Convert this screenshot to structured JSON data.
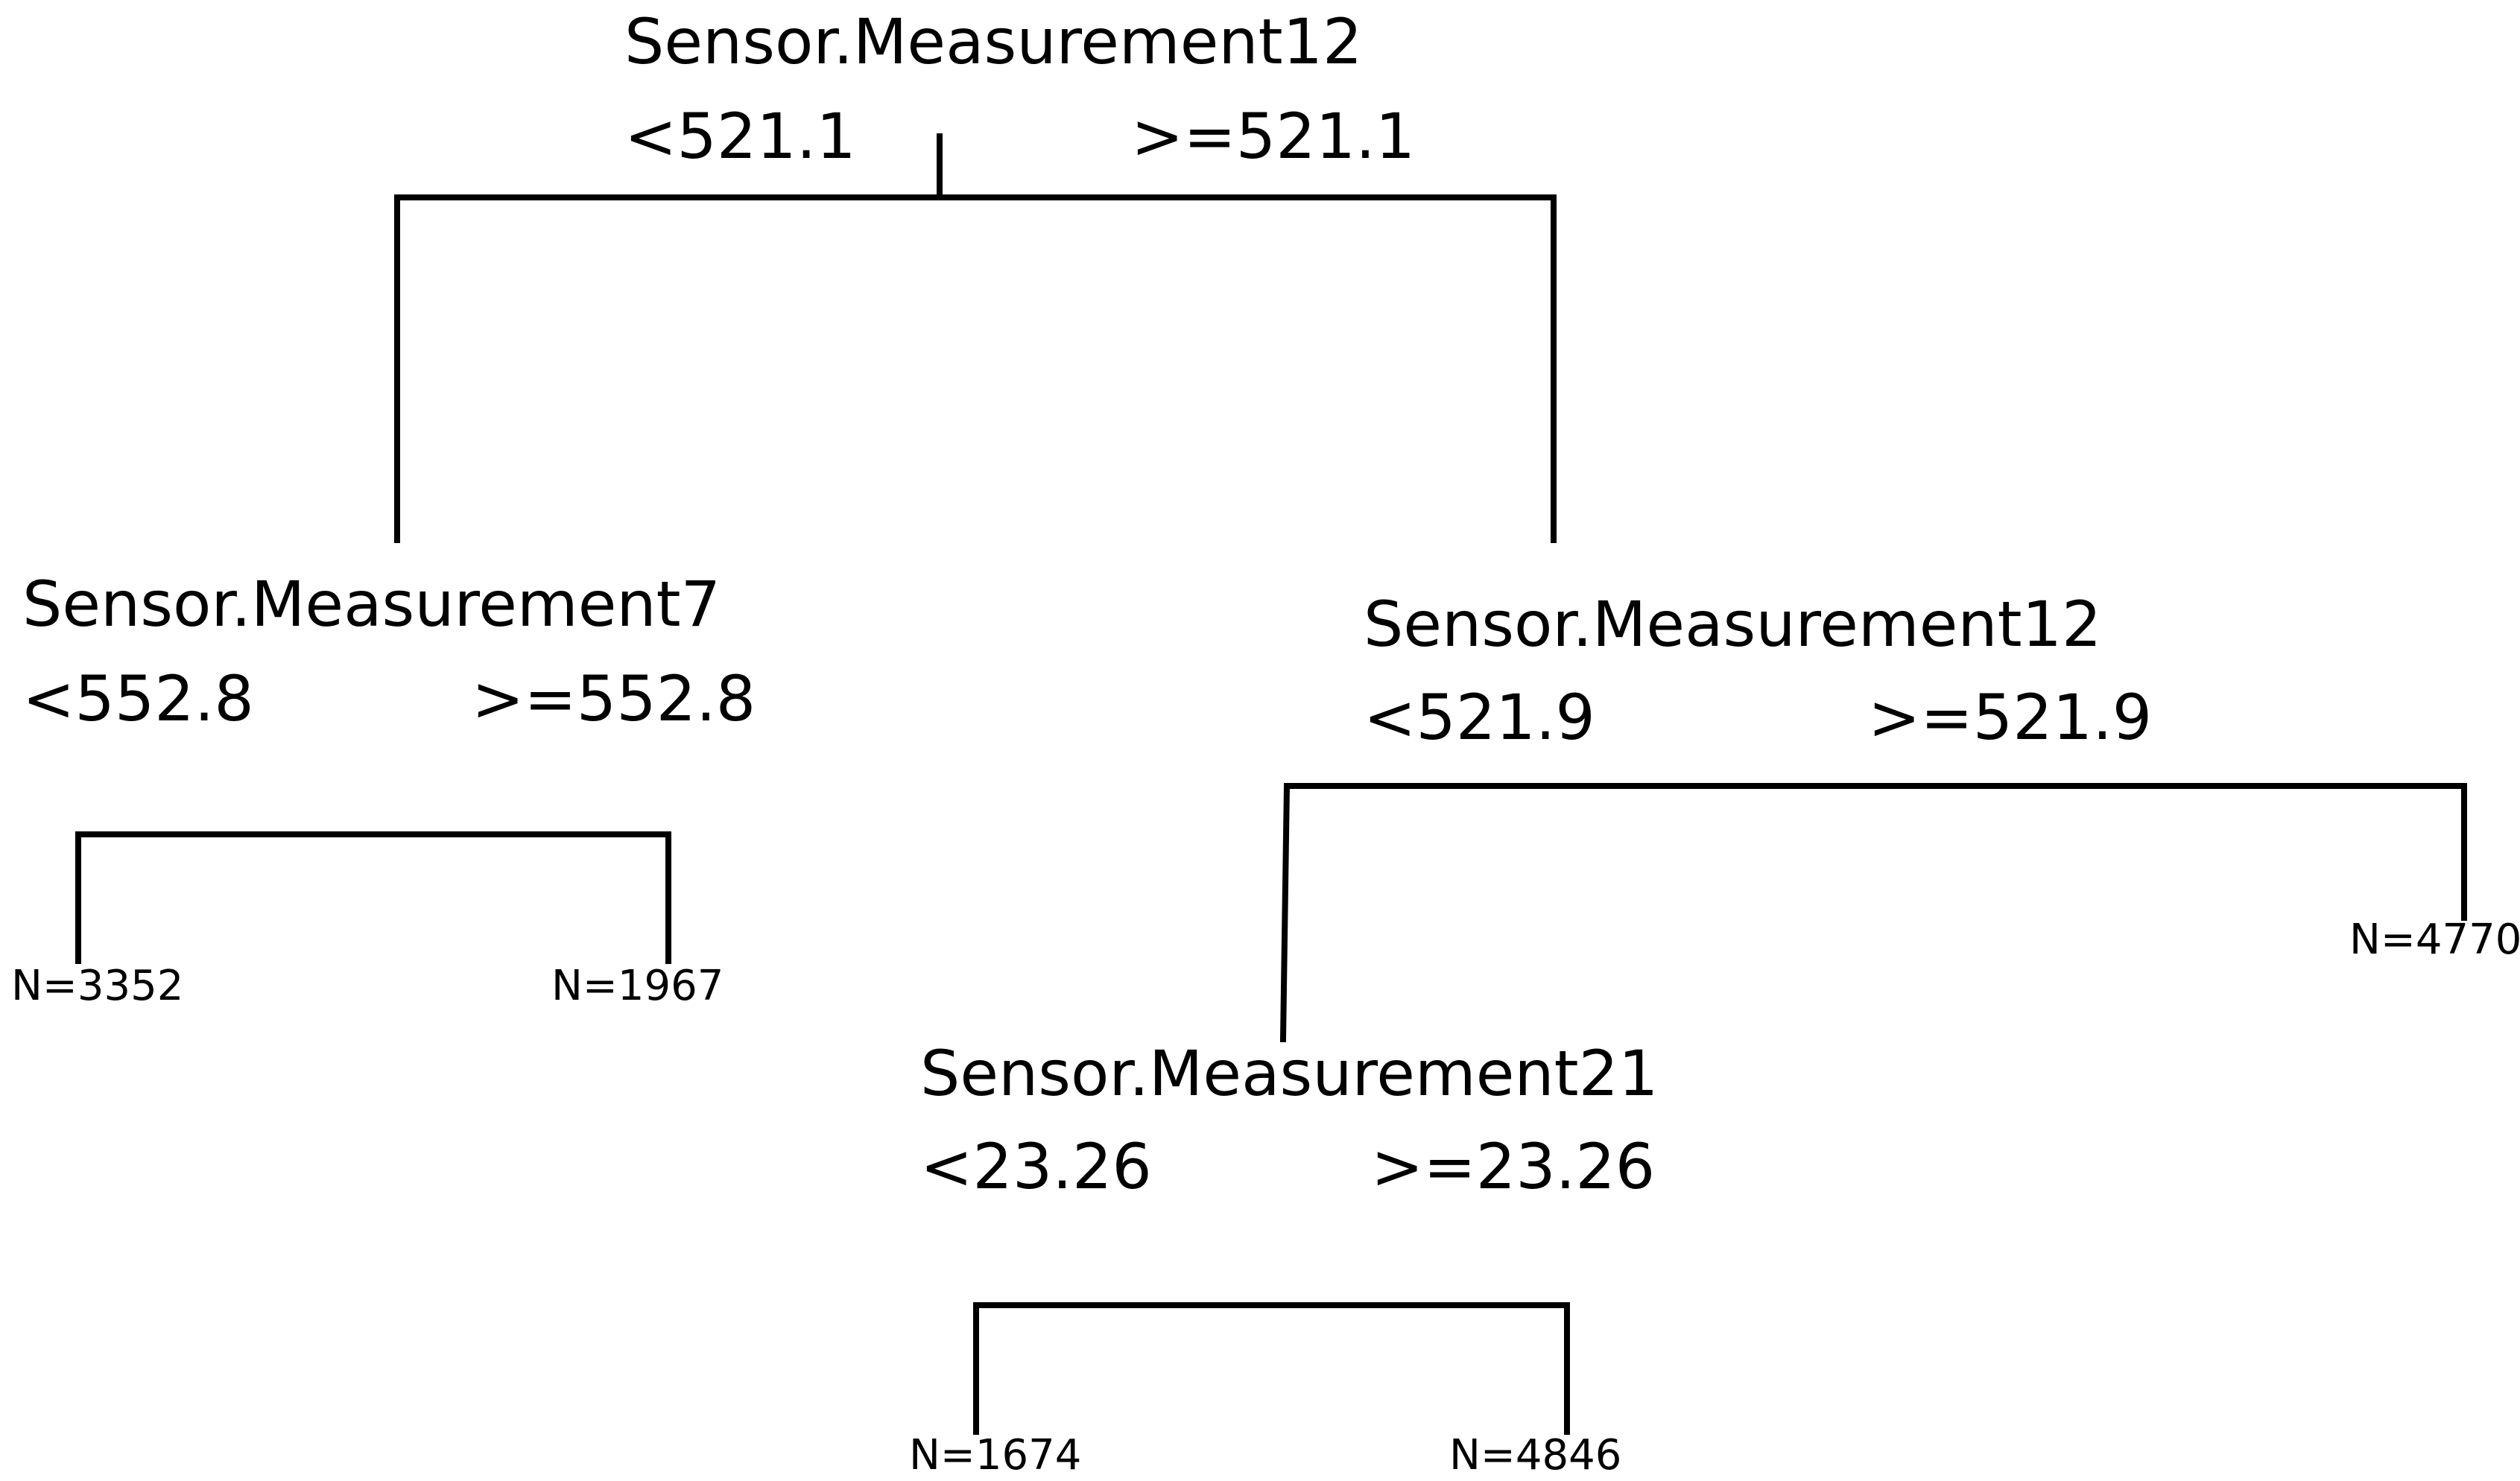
{
  "tree": {
    "root": {
      "variable": "Sensor.Measurement12",
      "left_condition": "<521.1",
      "right_condition": ">=521.1"
    },
    "left_node": {
      "variable": "Sensor.Measurement7",
      "left_condition": "<552.8",
      "right_condition": ">=552.8",
      "left_leaf": "N=3352",
      "right_leaf": "N=1967"
    },
    "right_node": {
      "variable": "Sensor.Measurement12",
      "left_condition": "<521.9",
      "right_condition": ">=521.9",
      "right_leaf": "N=4770"
    },
    "right_left_node": {
      "variable": "Sensor.Measurement21",
      "left_condition": "<23.26",
      "right_condition": ">=23.26",
      "left_leaf": "N=1674",
      "right_leaf": "N=4846"
    }
  }
}
